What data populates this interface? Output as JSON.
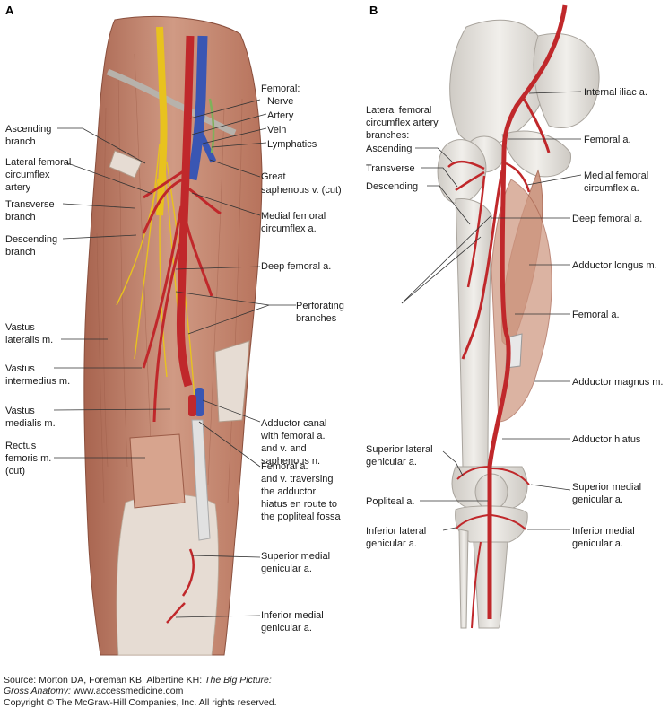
{
  "panels": {
    "a": "A",
    "b": "B"
  },
  "colors": {
    "muscle": "#c9917a",
    "muscle_dark": "#a8644f",
    "tendon": "#e9dfd6",
    "bone": "#e4e1dc",
    "bone_shadow": "#c9c5bf",
    "artery": "#c0282b",
    "vein": "#3a56b3",
    "nerve": "#e8c21e",
    "lymph": "#7fb15a"
  },
  "panel_a": {
    "femoral_header": "Femoral:",
    "nerve": "Nerve",
    "artery": "Artery",
    "vein": "Vein",
    "lymphatics": "Lymphatics",
    "great_saphenous_1": "Great",
    "great_saphenous_2": "saphenous v. (cut)",
    "medial_circ_1": "Medial femoral",
    "medial_circ_2": "circumflex a.",
    "deep_femoral": "Deep femoral a.",
    "perforating_1": "Perforating",
    "perforating_2": "branches",
    "adductor_canal_1": "Adductor canal",
    "adductor_canal_2": "with femoral a.",
    "adductor_canal_3": "and v. and",
    "adductor_canal_4": "saphenous n.",
    "traversing_1": "Femoral a.",
    "traversing_2": "and v. traversing",
    "traversing_3": "the adductor",
    "traversing_4": "hiatus en route to",
    "traversing_5": "the popliteal fossa",
    "sup_medial_gen_1": "Superior medial",
    "sup_medial_gen_2": "genicular a.",
    "inf_medial_gen_1": "Inferior medial",
    "inf_medial_gen_2": "genicular a.",
    "ascending_1": "Ascending",
    "ascending_2": "branch",
    "lat_circ_1": "Lateral femoral",
    "lat_circ_2": "circumflex",
    "lat_circ_3": "artery",
    "transverse_1": "Transverse",
    "transverse_2": "branch",
    "descending_1": "Descending",
    "descending_2": "branch",
    "vastus_lat_1": "Vastus",
    "vastus_lat_2": "lateralis m.",
    "vastus_int_1": "Vastus",
    "vastus_int_2": "intermedius m.",
    "vastus_med_1": "Vastus",
    "vastus_med_2": "medialis m.",
    "rectus_1": "Rectus",
    "rectus_2": "femoris m.",
    "rectus_3": "(cut)"
  },
  "panel_b": {
    "internal_iliac": "Internal iliac a.",
    "lat_circ_1": "Lateral femoral",
    "lat_circ_2": "circumflex artery",
    "lat_circ_3": "branches:",
    "ascending": "Ascending",
    "transverse": "Transverse",
    "descending": "Descending",
    "femoral_top": "Femoral a.",
    "medial_circ_1": "Medial femoral",
    "medial_circ_2": "circumflex a.",
    "deep_femoral": "Deep femoral a.",
    "adductor_longus": "Adductor longus m.",
    "femoral_mid": "Femoral a.",
    "adductor_magnus": "Adductor magnus m.",
    "adductor_hiatus": "Adductor hiatus",
    "sup_lat_gen_1": "Superior lateral",
    "sup_lat_gen_2": "genicular a.",
    "sup_med_gen_1": "Superior medial",
    "sup_med_gen_2": "genicular a.",
    "popliteal": "Popliteal a.",
    "inf_lat_gen_1": "Inferior lateral",
    "inf_lat_gen_2": "genicular a.",
    "inf_med_gen_1": "Inferior medial",
    "inf_med_gen_2": "genicular a."
  },
  "credit": {
    "source_prefix": "Source: Morton DA, Foreman KB, Albertine KH: ",
    "source_title_1": "The Big Picture:",
    "source_title_2": "Gross Anatomy:",
    "source_url": " www.accessmedicine.com",
    "copyright": "Copyright © The McGraw-Hill Companies, Inc. All rights reserved."
  }
}
